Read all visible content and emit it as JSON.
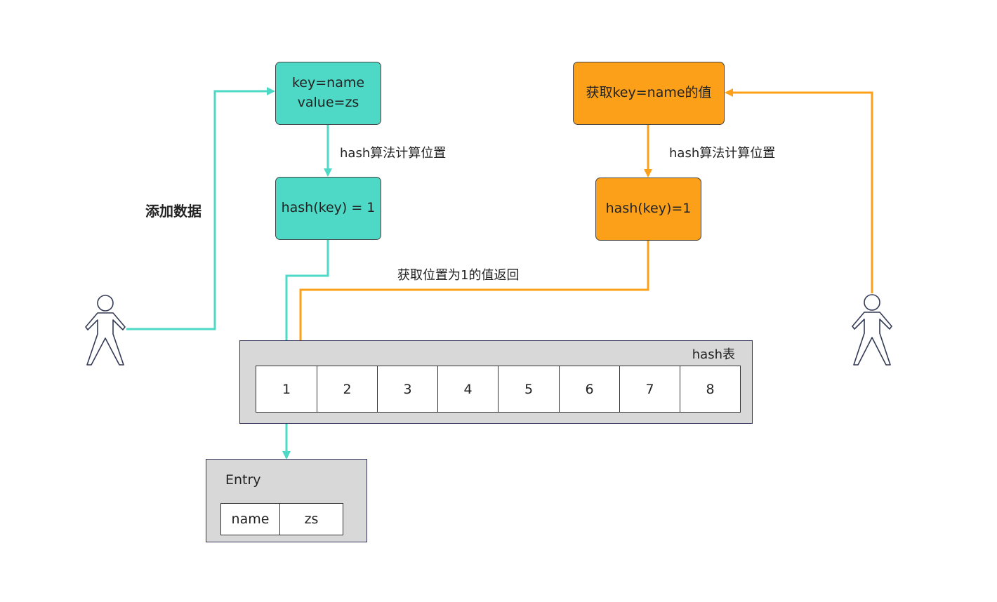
{
  "left": {
    "input_box": {
      "line1": "key=name",
      "line2": "value=zs"
    },
    "step_label": "hash算法计算位置",
    "hash_box": "hash(key) = 1",
    "action_label": "添加数据"
  },
  "right": {
    "input_box": "获取key=name的值",
    "step_label": "hash算法计算位置",
    "hash_box": "hash(key)=1"
  },
  "return_label": "获取位置为1的值返回",
  "hash_table": {
    "title": "hash表",
    "cells": [
      "1",
      "2",
      "3",
      "4",
      "5",
      "6",
      "7",
      "8"
    ]
  },
  "entry": {
    "title": "Entry",
    "key": "name",
    "value": "zs"
  },
  "colors": {
    "teal": "#4dd9c5",
    "orange": "#fca01a",
    "panel": "#d8d8d8"
  },
  "icons": [
    "person-icon",
    "person-icon"
  ]
}
